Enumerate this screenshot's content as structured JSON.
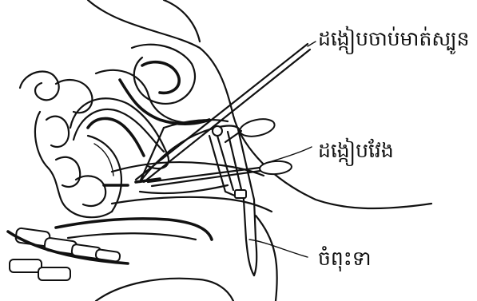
{
  "labels": {
    "tenaculum": "ដង្កៀបចាប់មាត់ស្បូន",
    "long_forceps": "ដង្កៀបវែង",
    "speculum": "ចំពុះទា"
  },
  "colors": {
    "ink": "#111111",
    "background": "#ffffff"
  }
}
